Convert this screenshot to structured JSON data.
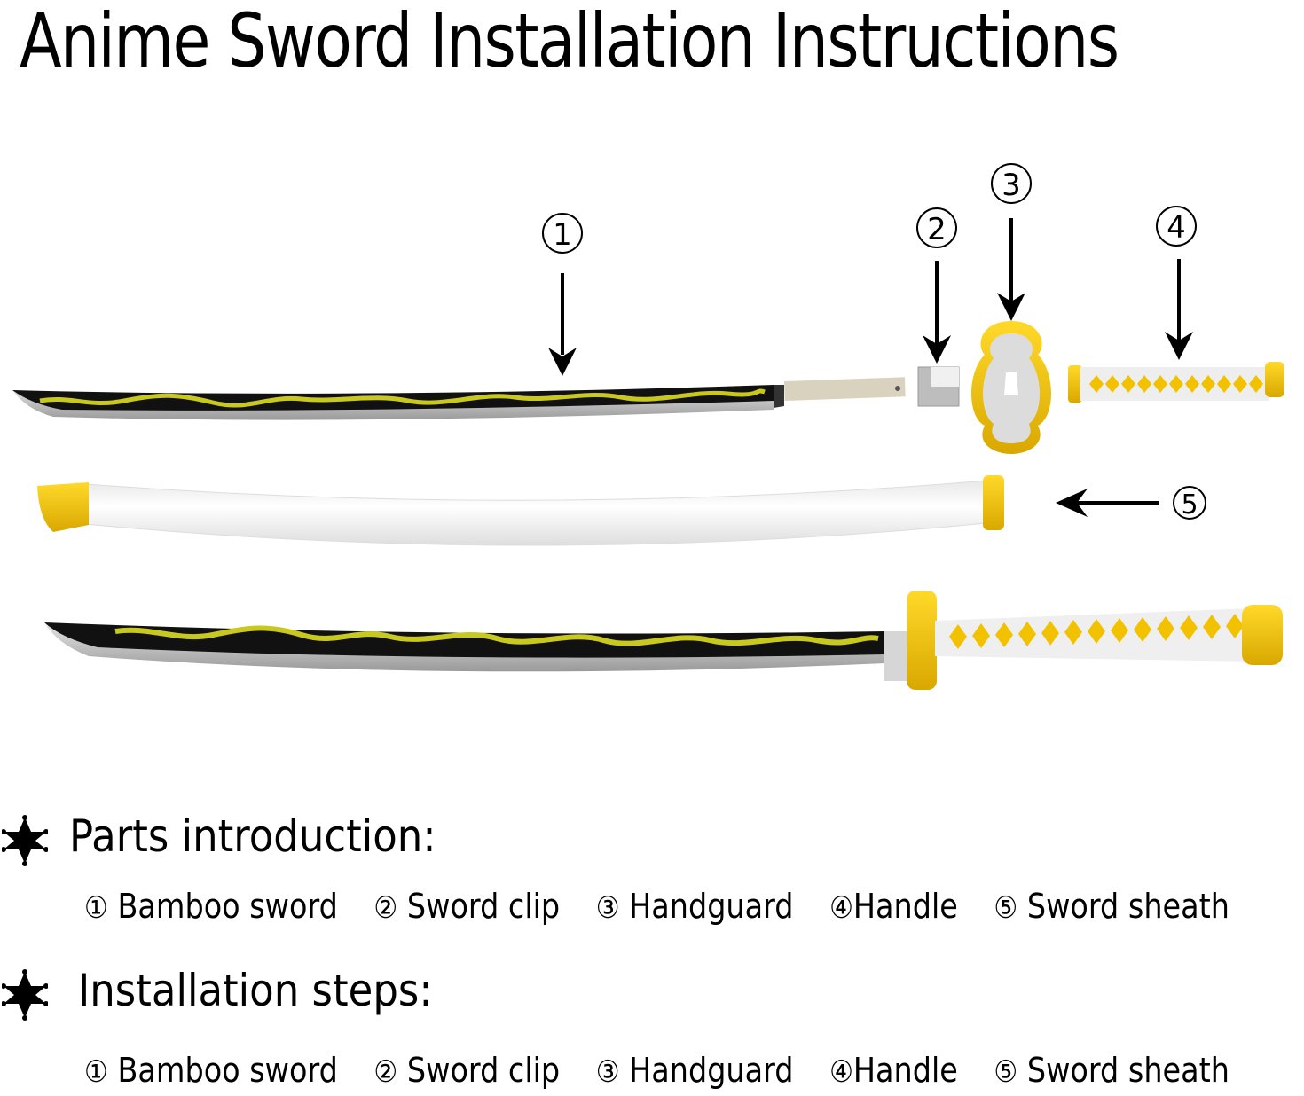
{
  "title": "Anime Sword Installation Instructions",
  "callouts": [
    {
      "number": "①",
      "part": "Bamboo sword",
      "arrow": "down"
    },
    {
      "number": "②",
      "part": "Sword clip",
      "arrow": "down"
    },
    {
      "number": "③",
      "part": "Handguard",
      "arrow": "down"
    },
    {
      "number": "④",
      "part": "Handle",
      "arrow": "down"
    },
    {
      "number": "⑤",
      "part": "Sword sheath",
      "arrow": "left"
    }
  ],
  "colors": {
    "accent_yellow": "#f2c200",
    "blade_black": "#111111",
    "blade_flame": "#c9c81e",
    "steel": "#c8c8c8",
    "sheath_white": "#f4f4f4"
  },
  "sections": {
    "parts": {
      "icon": "sheriff-star-icon",
      "heading": "Parts introduction:",
      "items": [
        {
          "num": "①",
          "label": " Bamboo sword"
        },
        {
          "num": "②",
          "label": " Sword clip"
        },
        {
          "num": "③",
          "label": " Handguard"
        },
        {
          "num": "④",
          "label": "Handle"
        },
        {
          "num": "⑤",
          "label": " Sword sheath"
        }
      ]
    },
    "steps": {
      "icon": "sheriff-star-icon",
      "heading": "Installation steps:",
      "items": [
        {
          "num": "①",
          "label": " Bamboo sword"
        },
        {
          "num": "②",
          "label": " Sword clip"
        },
        {
          "num": "③",
          "label": " Handguard"
        },
        {
          "num": "④",
          "label": "Handle"
        },
        {
          "num": "⑤",
          "label": " Sword sheath"
        }
      ]
    }
  }
}
